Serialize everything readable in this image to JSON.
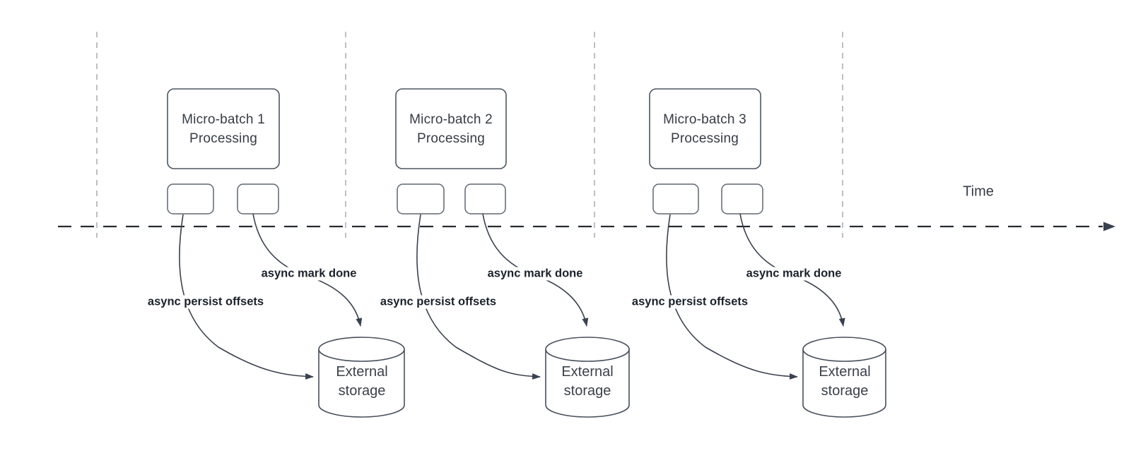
{
  "diagram": {
    "time_label": "Time",
    "groups": [
      {
        "box_label": "Micro-batch 1\nProcessing",
        "persist_label": "async persist offsets",
        "mark_label": "async mark done",
        "storage_label": "External\nstorage"
      },
      {
        "box_label": "Micro-batch 2\nProcessing",
        "persist_label": "async persist offsets",
        "mark_label": "async mark done",
        "storage_label": "External\nstorage"
      },
      {
        "box_label": "Micro-batch 3\nProcessing",
        "persist_label": "async persist offsets",
        "mark_label": "async mark done",
        "storage_label": "External\nstorage"
      }
    ],
    "colors": {
      "background": "#ffffff",
      "shape_stroke": "#4d5663",
      "small_box_stroke": "#5f6771",
      "connector_stroke": "#3b424e",
      "grid_line": "#a2a6ab",
      "timeline": "#262b33",
      "shape_text": "#363c45",
      "annotation_text": "#1a212b"
    }
  }
}
